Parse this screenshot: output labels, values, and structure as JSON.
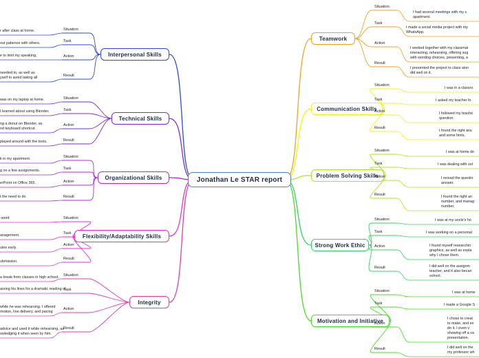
{
  "central": "Jonathan Le STAR report",
  "colors": {
    "teamwork": "#f2a020",
    "communication": "#f4f400",
    "problem": "#a8e81a",
    "workethic": "#2ed860",
    "motivation": "#40e020",
    "interpersonal": "#2a48e8",
    "technical": "#7a2ae8",
    "organizational": "#b02ae0",
    "flexibility": "#e030d8",
    "integrity": "#e83ab0"
  },
  "branches": {
    "teamwork": {
      "title": "Teamwork",
      "situation": "Situation",
      "situation_text": [
        "I had several meetings with my c",
        "apartment."
      ],
      "task": "Task",
      "task_text": [
        "I made a social media project with my",
        "WhatsApp."
      ],
      "action": "Action",
      "action_text": [
        "I worked together with my classmat",
        "interacting, rehearsing, offering sug",
        "with wording choices, presenting, a"
      ],
      "result": "Result",
      "result_text": [
        "I presented the project to class alon",
        "did well on it."
      ]
    },
    "communication": {
      "title": "Communication Skills",
      "situation": "Situation",
      "situation_text": [
        "I was in a classro"
      ],
      "task": "Task",
      "task_text": [
        "I asked my teacher fo"
      ],
      "action": "Action",
      "action_text": [
        "I followed my teache",
        "question."
      ],
      "result": "Result",
      "result_text": [
        "I found the right ans",
        "and some hints."
      ]
    },
    "problem": {
      "title": "Problem Solving Skills",
      "situation": "Situation",
      "situation_text": [
        "I was at home do"
      ],
      "task": "Task",
      "task_text": [
        "I was dealing with sol"
      ],
      "action": "Action",
      "action_text": [
        "I reread the questio",
        "answer."
      ],
      "result": "Result",
      "result_text": [
        "I found the right an",
        "number, and manag",
        "number."
      ]
    },
    "workethic": {
      "title": "Strong Work Ethic",
      "situation": "Situation",
      "situation_text": [
        "I was at my uncle's ho"
      ],
      "task": "Task",
      "task_text": [
        "I was working on a personal"
      ],
      "action": "Action",
      "action_text": [
        "I found myself researchin",
        "graphics, as well as expla",
        "why I chose them."
      ],
      "result": "Result",
      "result_text": [
        "I did well on the assignm",
        "teacher, and it also becan",
        "school."
      ]
    },
    "motivation": {
      "title": "Motivation and Initiative",
      "situation": "Situation",
      "situation_text": [
        "I was at home"
      ],
      "task": "Task",
      "task_text": [
        "I made a Google S"
      ],
      "action": "Action",
      "action_text": [
        "I chose to creat",
        "to make, and ex",
        "do it. I even v",
        "showing off a va",
        "presentation."
      ],
      "result": "Result",
      "result_text": [
        "I did well on the",
        "my professor wh"
      ]
    },
    "interpersonal": {
      "title": "Interpersonal Skills",
      "situation": "Situation",
      "situation_text": [
        "r after class at home."
      ],
      "task": "Task",
      "task_text": [
        "out patience with others."
      ],
      "action": "Action",
      "action_text": [
        "e to limit my speaking,"
      ],
      "result": "Result",
      "result_text": [
        "needed to, as well as",
        "yself to avoid taking all"
      ]
    },
    "technical": {
      "title": "Technical Skills",
      "situation": "Situation",
      "situation_text": [
        "was on my laptop at home."
      ],
      "task": "Task",
      "task_text": [
        "I learned about using Blender."
      ],
      "action": "Action",
      "action_text": [
        "ng a donut on Blender, as",
        "nd keyboard shortcut."
      ],
      "result": "Result",
      "result_text": [
        "played around with the tools."
      ]
    },
    "organizational": {
      "title": "Organizational Skills",
      "situation": "Situation",
      "situation_text": [
        "k in my apartment."
      ],
      "task": "Task",
      "task_text": [
        "g on a few assignments."
      ],
      "action": "Action",
      "action_text": [
        "erPoint on Office 365."
      ],
      "result": "Result",
      "result_text": [
        "t the need to do"
      ]
    },
    "flexibility": {
      "title": "Flexibility/Adaptability Skills",
      "situation": "Situation",
      "situation_text": [
        "-word"
      ],
      "task": "Task",
      "task_text": [
        "anagement."
      ],
      "action": "Action",
      "action_text": [
        "utes early."
      ],
      "result": "Result",
      "result_text": [
        "ubmission."
      ]
    },
    "integrity": {
      "title": "Integrity",
      "situation": "Situation",
      "situation_text": [
        "a break from classes in high school."
      ],
      "task": "Task",
      "task_text": [
        "arsing his lines for a dramatic reading of"
      ],
      "action": "Action",
      "action_text": [
        "while he was rehearsing. I offered",
        "motion, line delivery, and pacing"
      ],
      "result": "Result",
      "result_text": [
        "advice and used it while rehearsing, as",
        "owledging it when seen by him."
      ]
    }
  }
}
